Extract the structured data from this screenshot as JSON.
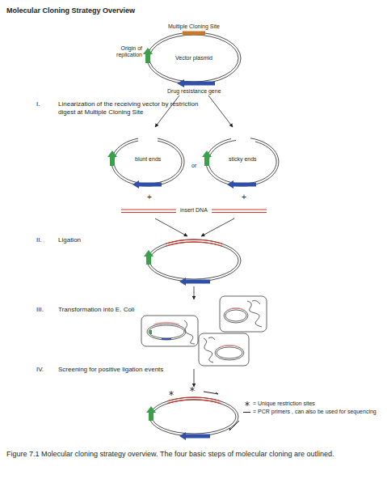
{
  "diagram": {
    "title": "Molecular Cloning Strategy Overview",
    "caption": "Figure 7.1 Molecular cloning strategy overview. The four basic steps of molecular cloning are outlined.",
    "nodes": [
      {
        "text": [
          "Vector plasmid"
        ]
      }
    ],
    "labels": [
      "Multiple Cloning Site",
      "Origin of replication",
      "Drug resistance gene",
      "I.",
      "Linearization of the receiving vector by restriction digest at Multiple Cloning Site",
      "blunt ends",
      "or",
      "sticky ends",
      "+",
      "+",
      "insert DNA",
      "II.",
      "Ligation",
      "III.",
      "Transformation into E. Coli",
      "IV.",
      "Screening for positive ligation events"
    ],
    "legend": [
      {
        "text": "= Unique restriction sites"
      },
      {
        "text": "= PCR primers , can also be used for sequencing"
      }
    ]
  }
}
